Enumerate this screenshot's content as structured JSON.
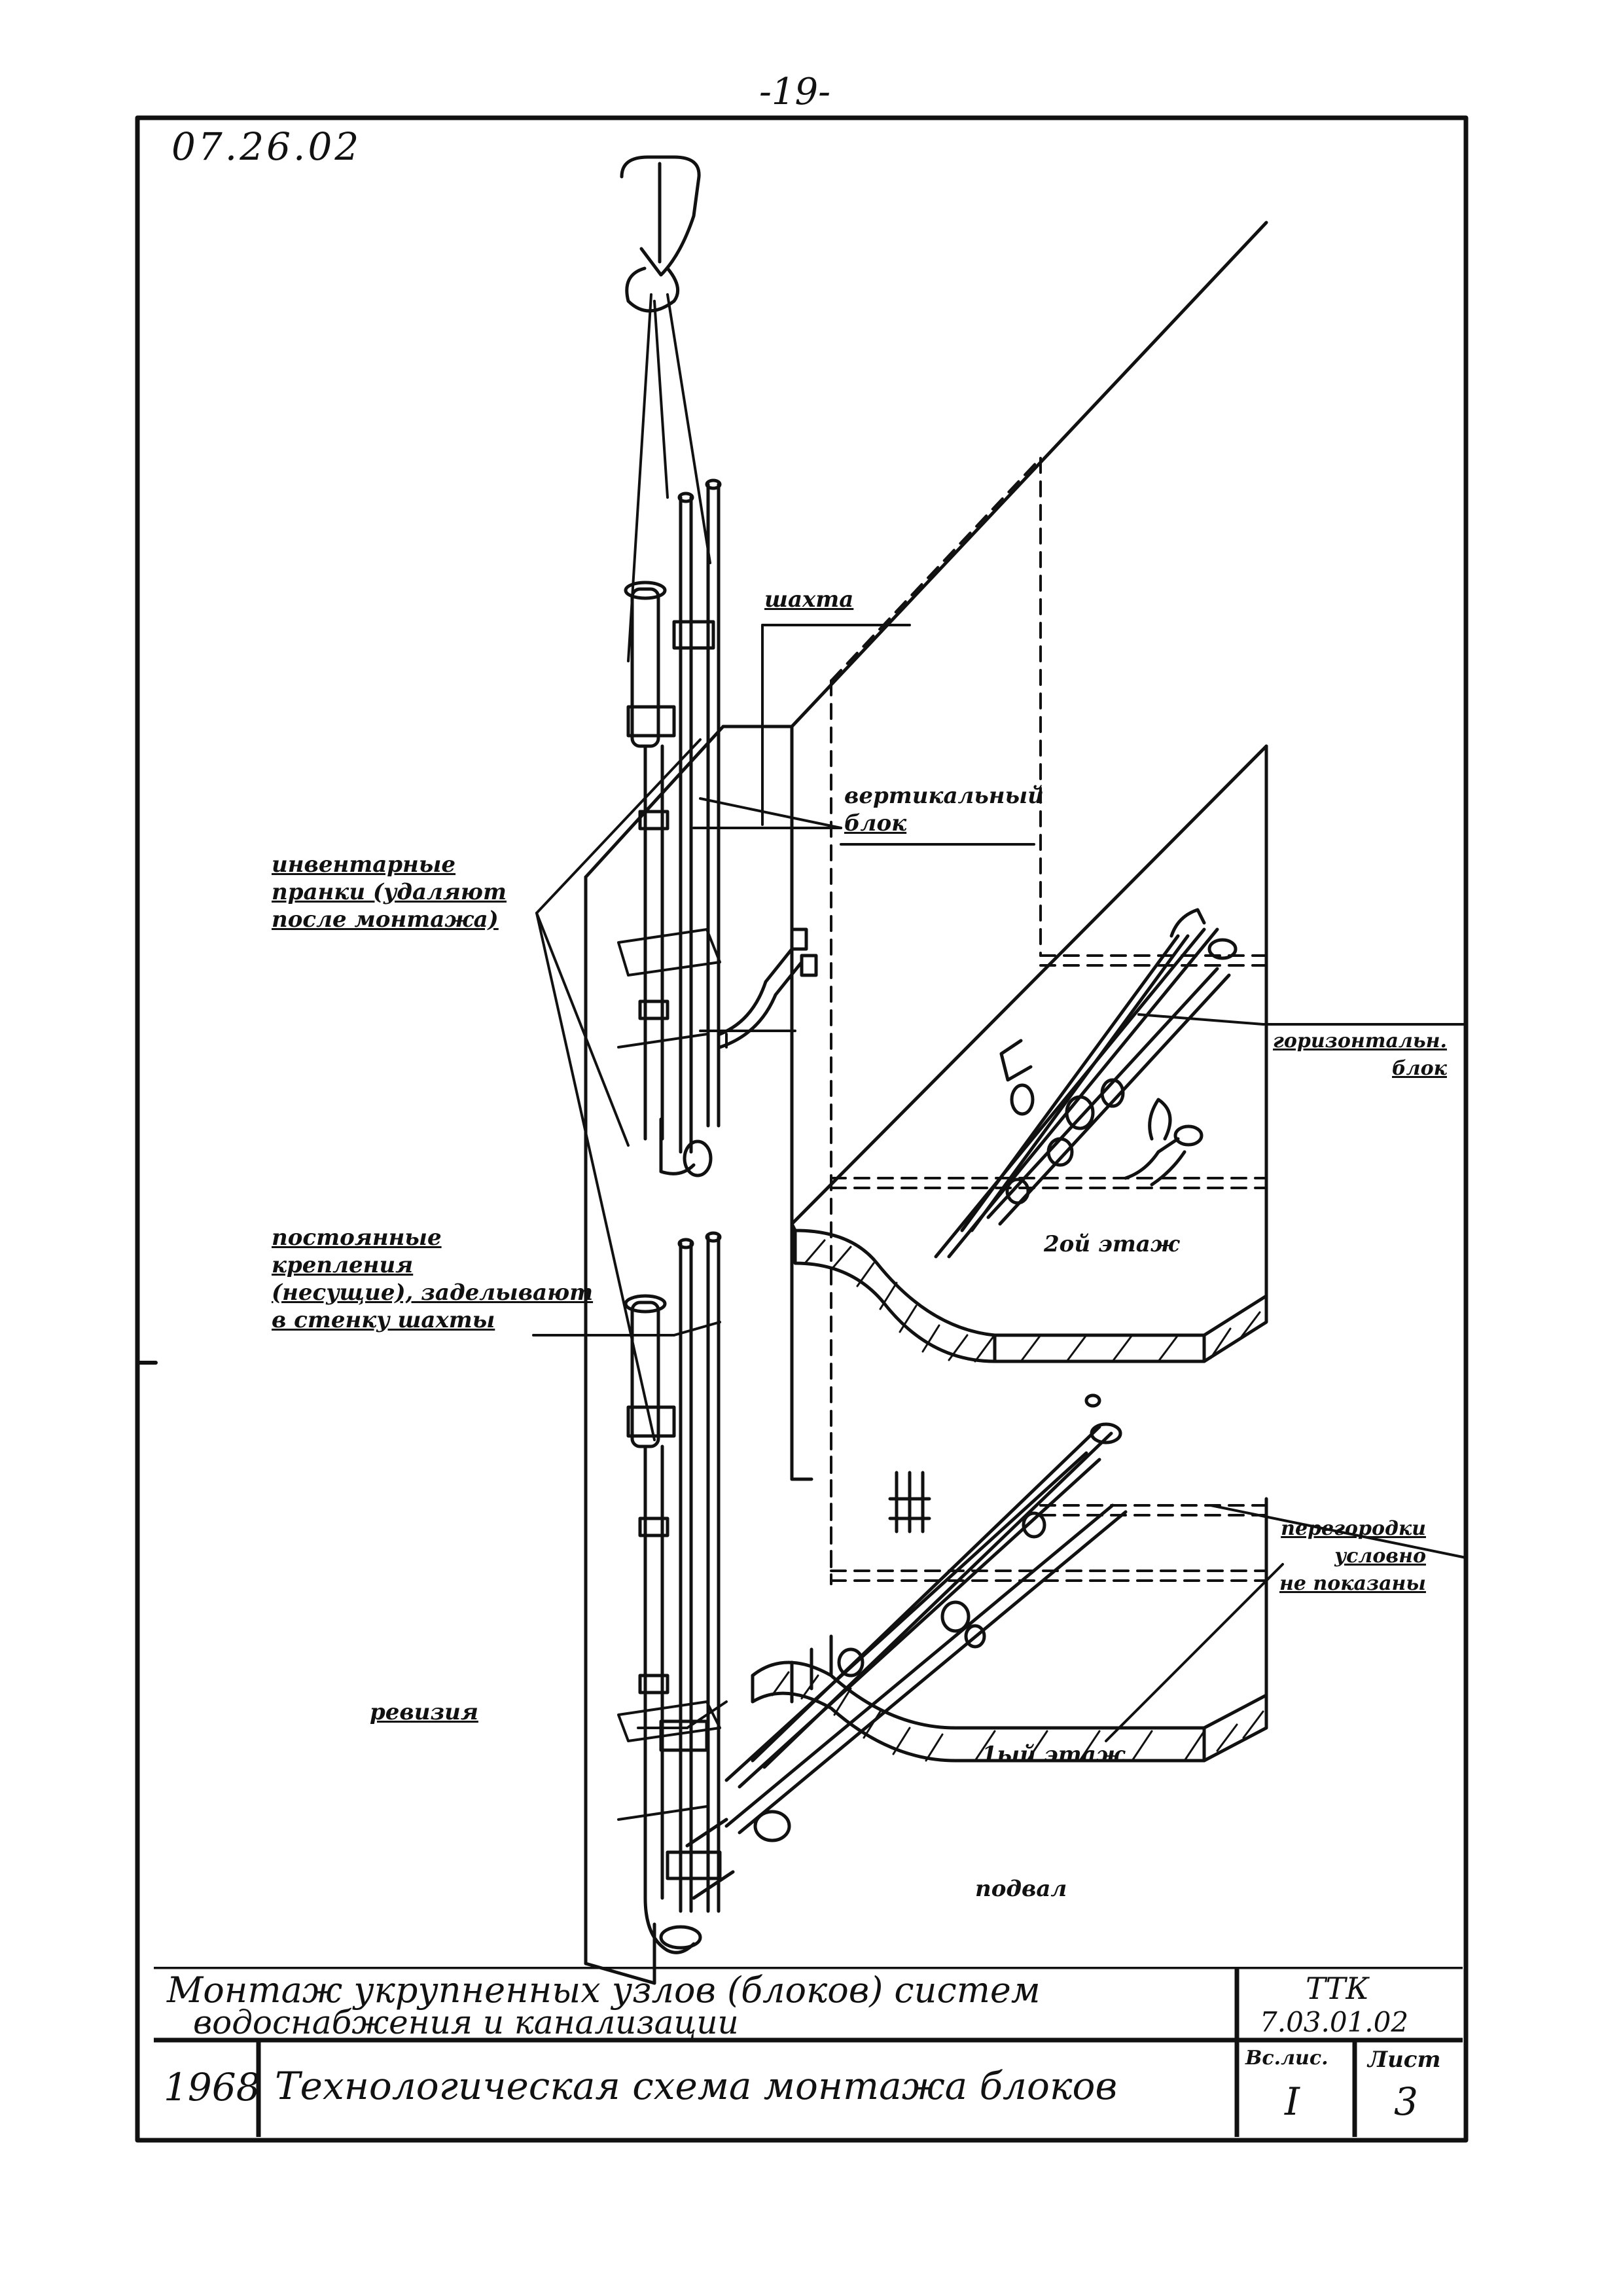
{
  "page_number": "-19-",
  "doc_code": "07.26.02",
  "labels": {
    "shaft": "шахта",
    "vertical_block": [
      "вертикальный",
      "блок"
    ],
    "inventory_clamps": [
      "инвентарные",
      "пранки (удаляют",
      "после монтажа)"
    ],
    "permanent_fasteners": [
      "постоянные",
      "крепления",
      "(несущие), заделывают",
      "в стенку шахты"
    ],
    "horizontal_block": [
      "горизонтальн.",
      "блок"
    ],
    "floor_2": "2ой этаж",
    "partitions": [
      "перегородки",
      "условно",
      "не показаны"
    ],
    "revision": "ревизия",
    "floor_1": "1ый этаж",
    "basement": "подвал"
  },
  "title_block": {
    "title_line1": "Монтаж укрупненных узлов (блоков) систем",
    "title_line2": "водоснабжения и канализации",
    "ttk_label": "ТТК",
    "ttk_code": "7.03.01.02",
    "year": "1968",
    "subtitle": "Технологическая схема монтажа блоков",
    "sheets_label": "Вс.лис.",
    "sheets_value": "I",
    "sheet_label": "Лист",
    "sheet_value": "3"
  }
}
